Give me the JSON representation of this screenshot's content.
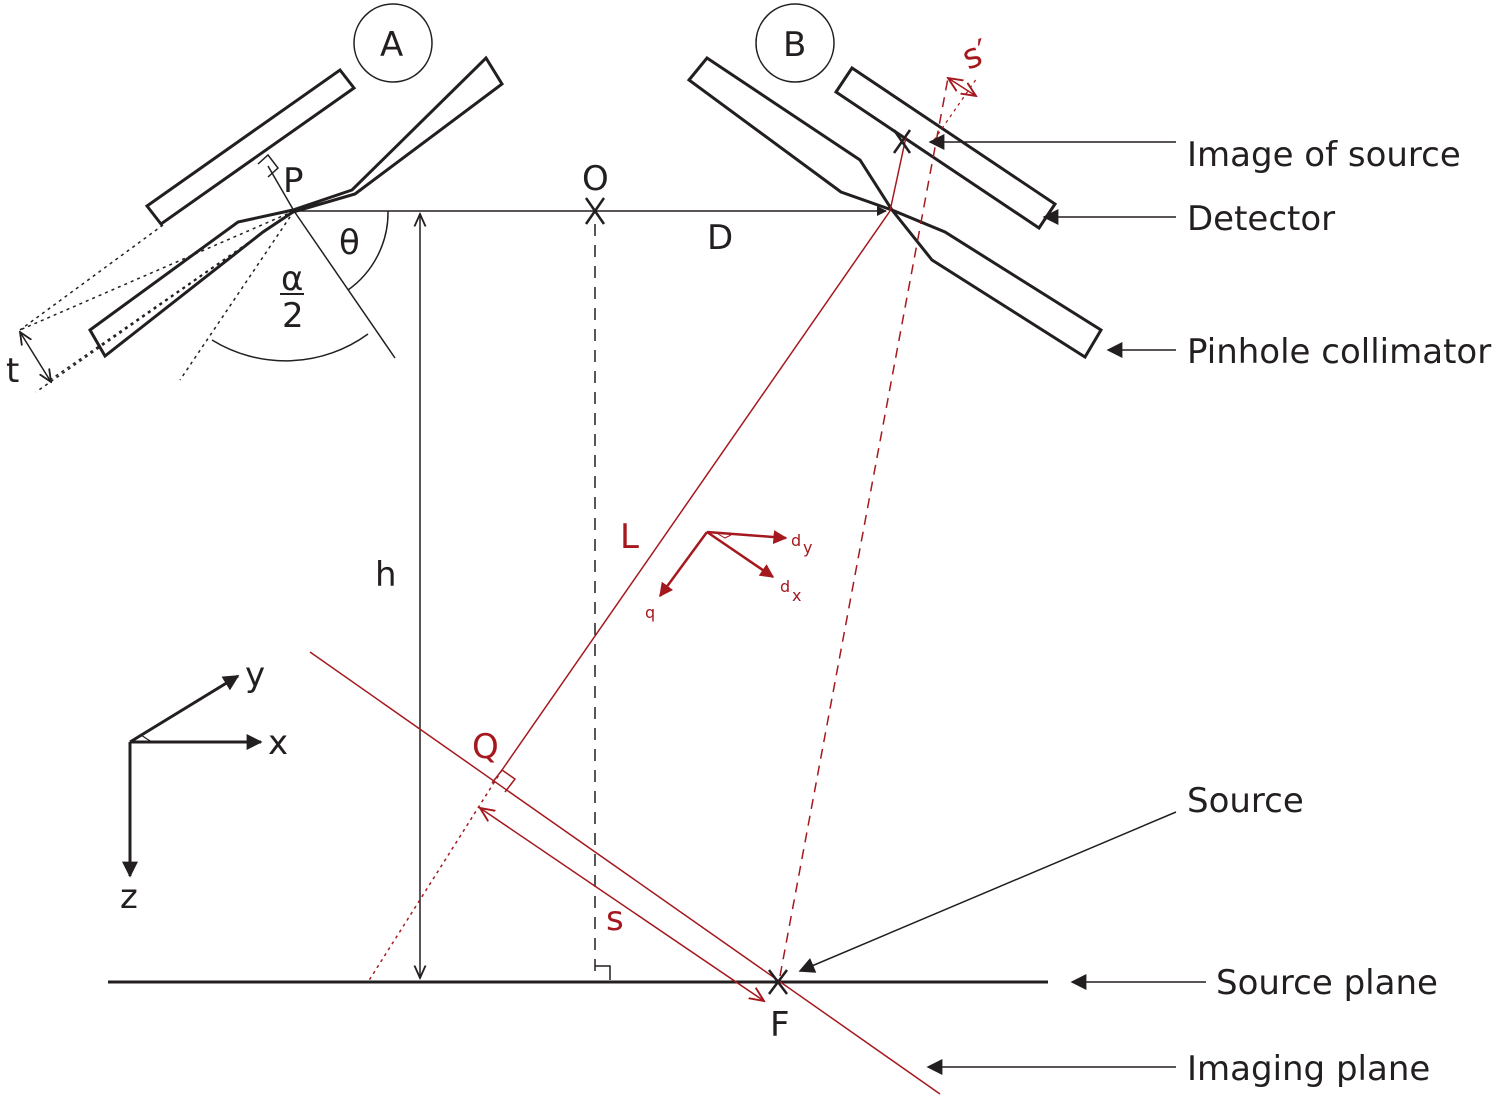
{
  "labels": {
    "circle_a": "A",
    "circle_b": "B",
    "point_p": "P",
    "point_o": "O",
    "theta": "θ",
    "alpha_num": "α",
    "alpha_den": "2",
    "thickness": "t",
    "distance_d": "D",
    "height_h": "h",
    "point_f": "F",
    "point_q": "Q",
    "line_l": "L",
    "dist_s": "s",
    "dist_s_prime": "s′",
    "vec_dy": "d",
    "vec_dy_sub": "y",
    "vec_dx": "d",
    "vec_dx_sub": "x",
    "vec_q": "q",
    "axis_x": "x",
    "axis_y": "y",
    "axis_z": "z"
  },
  "annotations": {
    "image_of_source": "Image of source",
    "detector": "Detector",
    "pinhole_collimator": "Pinhole collimator",
    "source": "Source",
    "source_plane": "Source plane",
    "imaging_plane": "Imaging plane"
  },
  "colors": {
    "ink": "#231f20",
    "accent": "#a5191e",
    "background": "#ffffff"
  }
}
